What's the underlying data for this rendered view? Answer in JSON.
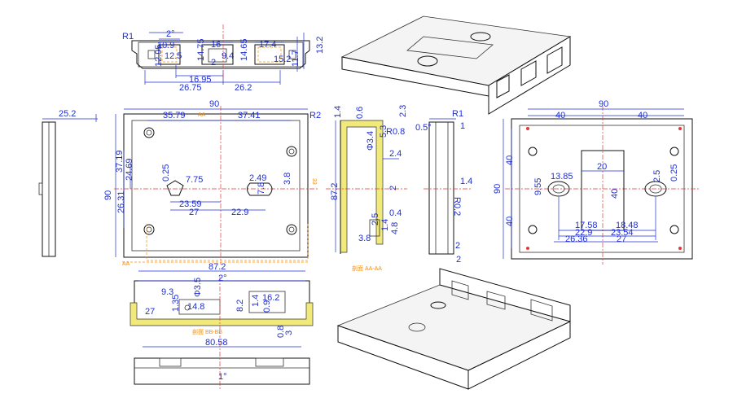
{
  "top_view": {
    "angle": "2°",
    "radius": "R1",
    "d1": "10.9",
    "d2": "16",
    "d3": "17.4",
    "d4": "12.5",
    "d5": "9.4",
    "d6": "15.2",
    "d7": "13.2",
    "d8": "12.95",
    "d9": "14.75",
    "d10": "14.65",
    "d11": "11.7",
    "d12": "16.95",
    "d13": "26.75",
    "d14": "26.2",
    "n2": "2"
  },
  "front_view": {
    "width": "90",
    "d_left": "35.79",
    "d_right": "37.41",
    "r2": "R2",
    "height": "90",
    "h1": "37.19",
    "h2": "24.69",
    "h3": "26.31",
    "d025": "0.25",
    "d775": "7.75",
    "d249": "2.49",
    "d78": "7.8",
    "d38": "3.8",
    "d2359": "23.59",
    "d27": "27",
    "d229": "22.9",
    "side_depth": "25.2",
    "aa_label": "AA",
    "aa_label2": "AA",
    "section_ref": "33"
  },
  "section_view": {
    "d14": "1.4",
    "d06": "0.6",
    "r08": "R0.8",
    "d34": "Φ3.4",
    "d24": "2.4",
    "d53": "5.3",
    "d872": "87.2",
    "d2": "2",
    "d04": "0.4",
    "d25": "2.5",
    "d38": "3.8",
    "d48": "4.8",
    "label": "剖面 AA-AA",
    "small_nums": "1.4"
  },
  "right_section": {
    "d23": "2.3",
    "d05": "0.5°",
    "r1": "R1",
    "d1": "1",
    "d14": "1.4",
    "r02": "R0.2",
    "d2": "2",
    "d2b": "2"
  },
  "back_view": {
    "width": "90",
    "d40a": "40",
    "d40b": "40",
    "height": "90",
    "v40a": "40",
    "v40b": "40",
    "d20": "20",
    "d40c": "40",
    "d1385": "13.85",
    "d955": "9.55",
    "d025": "0.25",
    "d25": "2.5",
    "d1758": "17.58",
    "d1848": "18.48",
    "d229": "22.9",
    "d2354": "23.54",
    "d2636": "26.36",
    "d27": "27"
  },
  "bottom_section": {
    "width": "87.2",
    "angle": "2°",
    "d93": "9.3",
    "d35": "Φ3.5",
    "d162": "16.2",
    "d27": "27",
    "d135": "1.35",
    "d148": "14.8",
    "d82": "8.2",
    "d14": "1.4",
    "d09": "0.9",
    "d08": "0.8",
    "d3": "3",
    "label": "剖面 BB-BB"
  },
  "bottom_view": {
    "width": "80.58",
    "angle": "1°"
  },
  "colors": {
    "dimension": "#1f2fd6",
    "centerline": "#e53935",
    "hidden": "#ff8c00",
    "section_fill": "#f1ea7a"
  }
}
